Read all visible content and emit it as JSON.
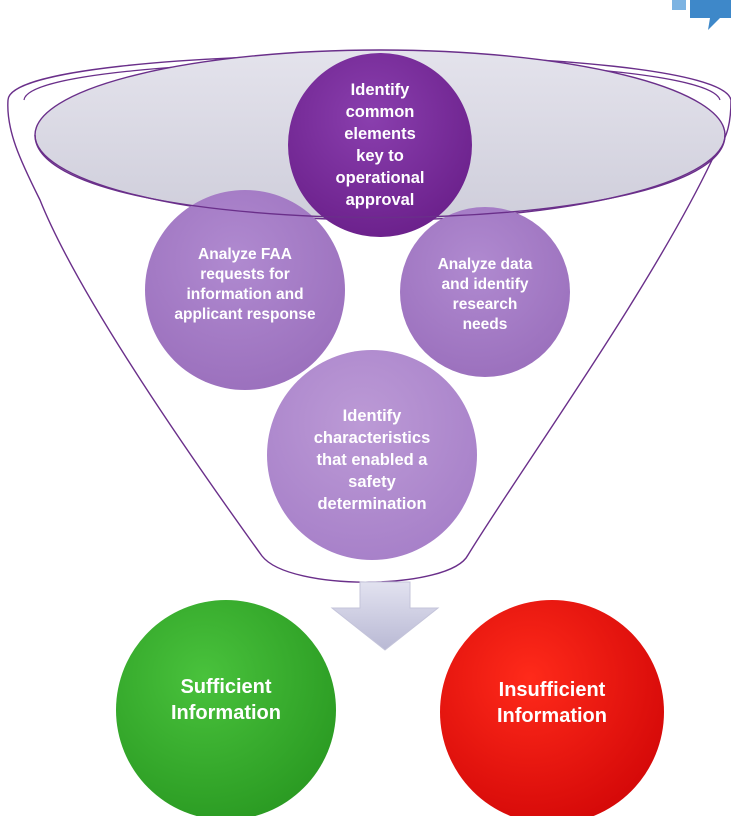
{
  "funnel": {
    "circles": {
      "top": "Identify\ncommon\nelements\nkey to\noperational\napproval",
      "left": "Analyze FAA\nrequests for\ninformation and\napplicant response",
      "right": "Analyze data\nand identify\nresearch\nneeds",
      "bottom": "Identify\ncharacteristics\nthat enabled a\nsafety\ndetermination"
    }
  },
  "outcomes": {
    "sufficient": "Sufficient\nInformation",
    "insufficient": "Insufficient\nInformation"
  },
  "colors": {
    "funnel_rim": "#6a2f8a",
    "funnel_inner": "#d9d8e2",
    "circle_dark": "#7a2a9a",
    "circle_light": "#a47bc4",
    "circle_bottom": "#ae89cd",
    "sufficient": "#33ad2b",
    "insufficient": "#eb0c0c",
    "arrow": "#cfcfe3",
    "corner_icon": "#3e88c9"
  }
}
